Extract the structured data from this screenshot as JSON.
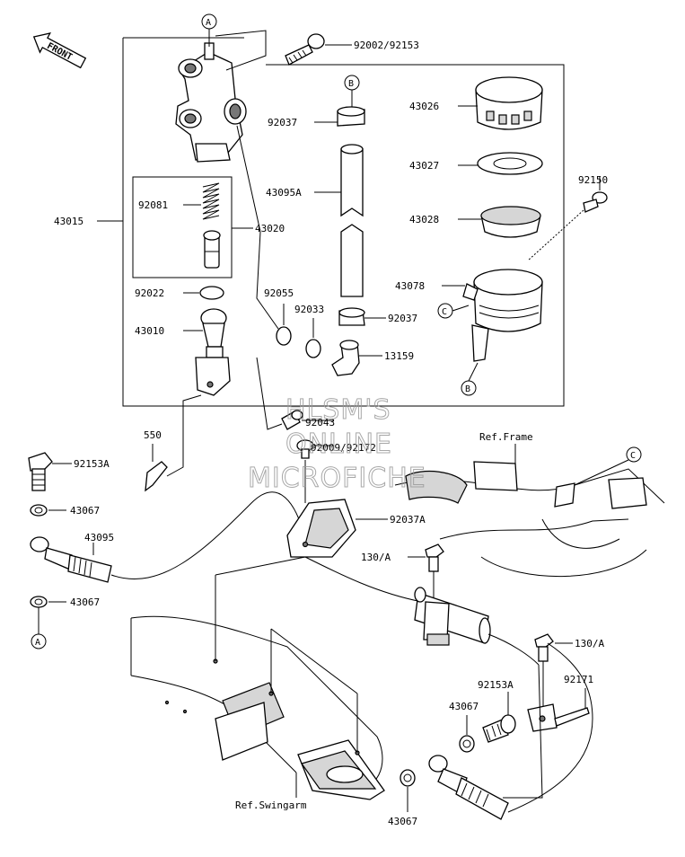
{
  "diagram": {
    "front_label": "FRONT",
    "watermark": [
      "HLSM'S",
      "ONLINE",
      "MICROFICHE"
    ],
    "callouts": {
      "a": "A",
      "b": "B",
      "c": "C"
    },
    "refs": {
      "frame": "Ref.Frame",
      "swingarm": "Ref.Swingarm"
    },
    "parts": {
      "p92002": "92002/92153",
      "p92037a": "92037",
      "p43026": "43026",
      "p43027": "43027",
      "p43095a": "43095A",
      "p43028": "43028",
      "p92150": "92150",
      "p43015": "43015",
      "p92081": "92081",
      "p43020": "43020",
      "p43078": "43078",
      "p92022": "92022",
      "p92055": "92055",
      "p92033": "92033",
      "p92037b": "92037",
      "p43010": "43010",
      "p13159": "13159",
      "p92043": "92043",
      "p550": "550",
      "p92009": "92009/92172",
      "p92153a": "92153A",
      "p43067a": "43067",
      "p43095": "43095",
      "p92037A": "92037A",
      "p130a": "130/A",
      "p43067b": "43067",
      "p130b": "130/A",
      "p92153b": "92153A",
      "p92171": "92171",
      "p43067c": "43067",
      "p43067d": "43067"
    }
  }
}
